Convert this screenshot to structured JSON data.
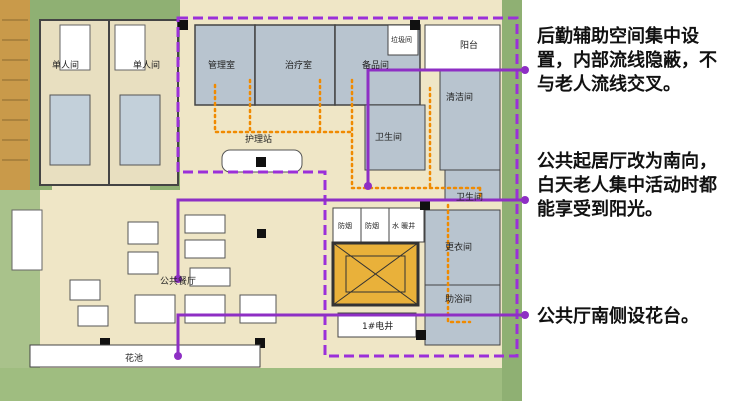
{
  "rooms": {
    "single_room_1": "单人间",
    "single_room_2": "单人间",
    "management": "管理室",
    "treatment": "治疗室",
    "supply": "备品间",
    "trash": "垃圾间",
    "balcony": "阳台",
    "nurse_station": "护理站",
    "cleaning": "清洁间",
    "toilet": "卫生间",
    "toilet_2": "卫生间",
    "smoke_1": "防烟",
    "smoke_2": "防烟",
    "water_shaft": "水 暖井",
    "changing": "更衣间",
    "bath_assist": "助浴间",
    "public_dining": "公共餐厅",
    "electric_shaft": "1#电井",
    "flower_bed": "花池"
  },
  "notes": [
    "后勤辅助空间集中设置，内部流线隐蔽，不与老人流线交叉。",
    "公共起居厅改为南向，白天老人集中活动时都能享受到阳光。",
    "公共厅南侧设花台。"
  ],
  "colors": {
    "dashed_outline": "#9b30d9",
    "callout_line": "#8e2fc4",
    "flow_dots": "#f08a00",
    "room_blue": "#b8c4cf",
    "floor_beige": "#efe6c6",
    "planting_green": "#8fb073"
  }
}
